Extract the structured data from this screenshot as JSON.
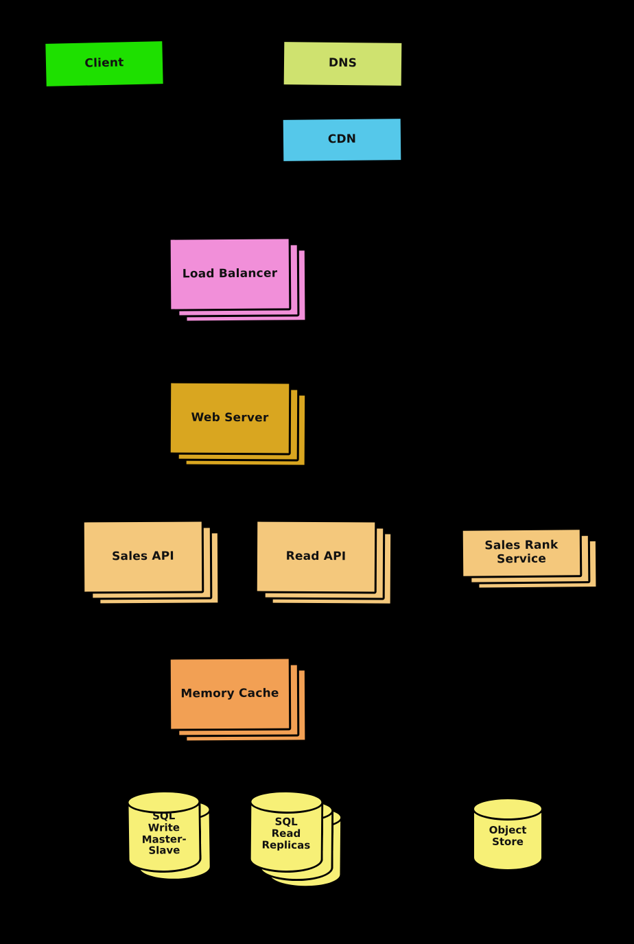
{
  "diagram": {
    "background_color": "#000000",
    "nodes": [
      {
        "id": "client",
        "label": "Client",
        "type": "box",
        "stack": 1,
        "color": "#1ee000"
      },
      {
        "id": "dns",
        "label": "DNS",
        "type": "box",
        "stack": 1,
        "color": "#cfe26f"
      },
      {
        "id": "cdn",
        "label": "CDN",
        "type": "box",
        "stack": 1,
        "color": "#55c8ea"
      },
      {
        "id": "load-balancer",
        "label": "Load Balancer",
        "type": "box",
        "stack": 3,
        "color": "#f18fd9"
      },
      {
        "id": "web-server",
        "label": "Web Server",
        "type": "box",
        "stack": 3,
        "color": "#d9a620"
      },
      {
        "id": "sales-api",
        "label": "Sales API",
        "type": "box",
        "stack": 3,
        "color": "#f4c87c"
      },
      {
        "id": "read-api",
        "label": "Read API",
        "type": "box",
        "stack": 3,
        "color": "#f4c87c"
      },
      {
        "id": "sales-rank-service",
        "label": "Sales Rank Service",
        "type": "box",
        "stack": 3,
        "color": "#f4c87c"
      },
      {
        "id": "memory-cache",
        "label": "Memory Cache",
        "type": "box",
        "stack": 3,
        "color": "#f2a054"
      },
      {
        "id": "sql-write-master-slave",
        "label": "SQL Write Master-Slave",
        "type": "cylinder",
        "stack": 2,
        "color": "#f7f077"
      },
      {
        "id": "sql-read-replicas",
        "label": "SQL Read Replicas",
        "type": "cylinder",
        "stack": 3,
        "color": "#f7f077"
      },
      {
        "id": "object-store",
        "label": "Object Store",
        "type": "cylinder",
        "stack": 1,
        "color": "#f7f077"
      }
    ]
  }
}
